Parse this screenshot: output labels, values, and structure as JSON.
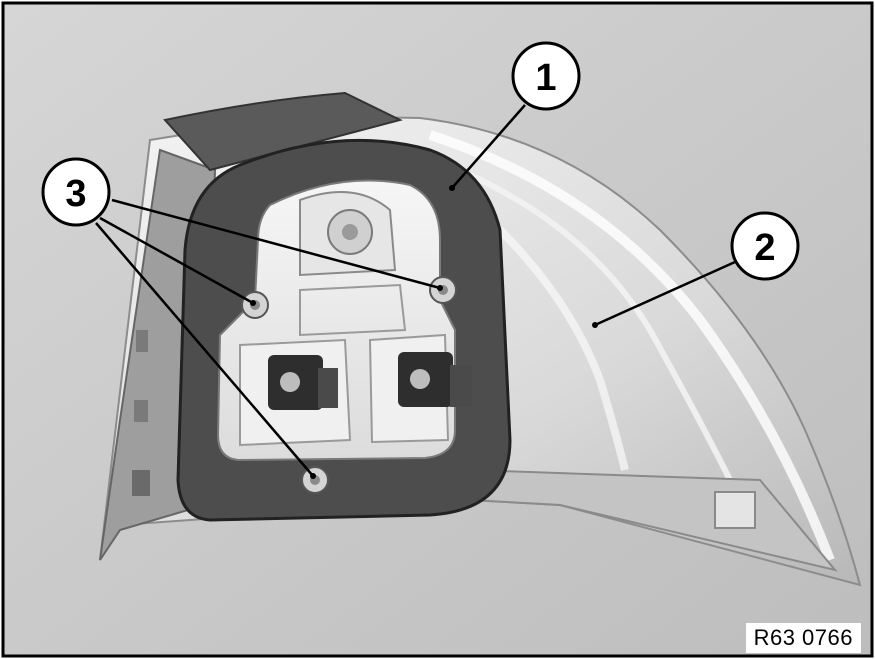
{
  "diagram": {
    "callouts": [
      "1",
      "2",
      "3"
    ],
    "reference_code": "R63 0766"
  },
  "colors": {
    "background": "#c9c9c9",
    "gasket": "#4d4d4d",
    "lens": "#dedede",
    "housing": "#ececec"
  }
}
